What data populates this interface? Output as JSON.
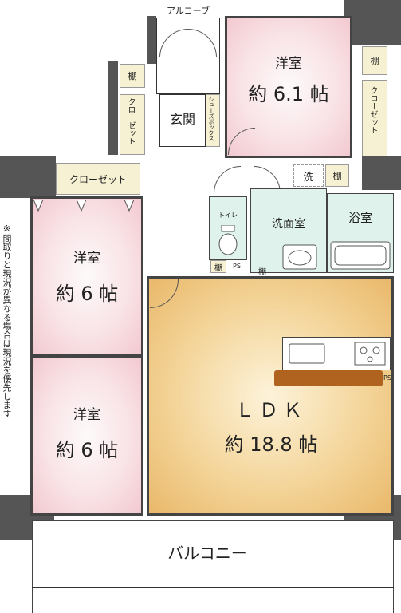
{
  "rooms": {
    "western_top": {
      "name": "洋室",
      "size": "約 6.1 帖"
    },
    "western_mid": {
      "name": "洋室",
      "size": "約 6 帖"
    },
    "western_bottom": {
      "name": "洋室",
      "size": "約 6 帖"
    },
    "ldk": {
      "name": "ＬＤＫ",
      "size": "約 18.8 帖"
    },
    "entrance": "玄関",
    "washroom": "洗面室",
    "bath": "浴室",
    "toilet": "トイレ",
    "balcony": "バルコニー",
    "alcove": "アルコーブ"
  },
  "storage": {
    "closet_h": "クローゼット",
    "closet_v": "クローゼット",
    "shoe_box": "シューズボックス",
    "shelf": "棚",
    "wash": "洗",
    "ps": "PS"
  },
  "note": "※間取りと現況が異なる場合は現況を優先します",
  "colors": {
    "bedroom": "#f2c9d0",
    "ldk": "#e9b86a",
    "wet_area": "#dff2ec",
    "storage": "#f6f1d2",
    "wall": "#555555",
    "counter": "#b0621f"
  }
}
